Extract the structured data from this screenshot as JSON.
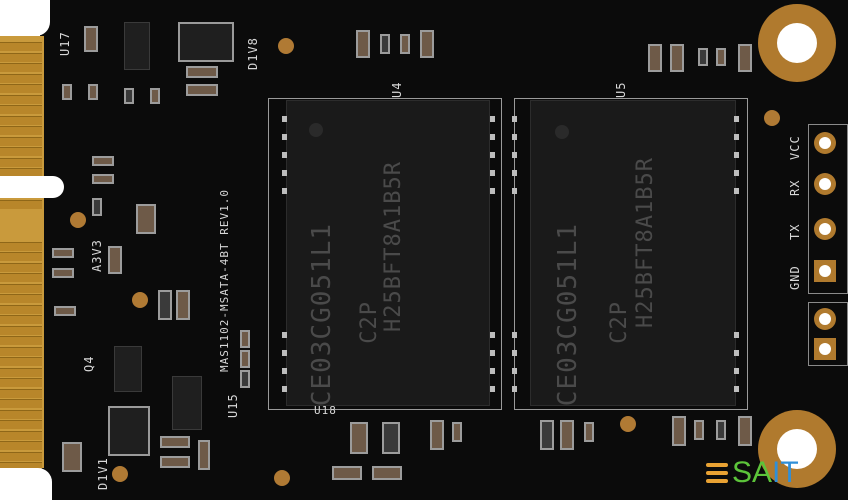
{
  "image": {
    "subject": "mSATA SSD printed circuit board, top view",
    "board_color": "#0b0b0b",
    "gold_color": "#b07a2e"
  },
  "silkscreen": {
    "u17": "U17",
    "d1v8": "D1V8",
    "u4": "U4",
    "u5": "U5",
    "a3v3": "A3V3",
    "board_id": "MAS1102-MSATA-4BT REV1.0",
    "q4": "Q4",
    "u15": "U15",
    "u18": "U18",
    "d1v1": "D1V1",
    "vcc": "VCC",
    "rx": "RX",
    "tx": "TX",
    "gnd": "GND"
  },
  "nand_chips": [
    {
      "ref": "U4",
      "line1": "H25BFT8A1B5R",
      "line2": "C2P",
      "line3": "CE03CG051L1"
    },
    {
      "ref": "U5",
      "line1": "H25BFT8A1B5R",
      "line2": "C2P",
      "line3": "CE03CG051L1"
    }
  ],
  "logo": {
    "text_green": "SA",
    "text_blue": "IT",
    "green": "#5cc43a",
    "blue": "#2f8fd8",
    "wave_color": "#e9a233"
  }
}
